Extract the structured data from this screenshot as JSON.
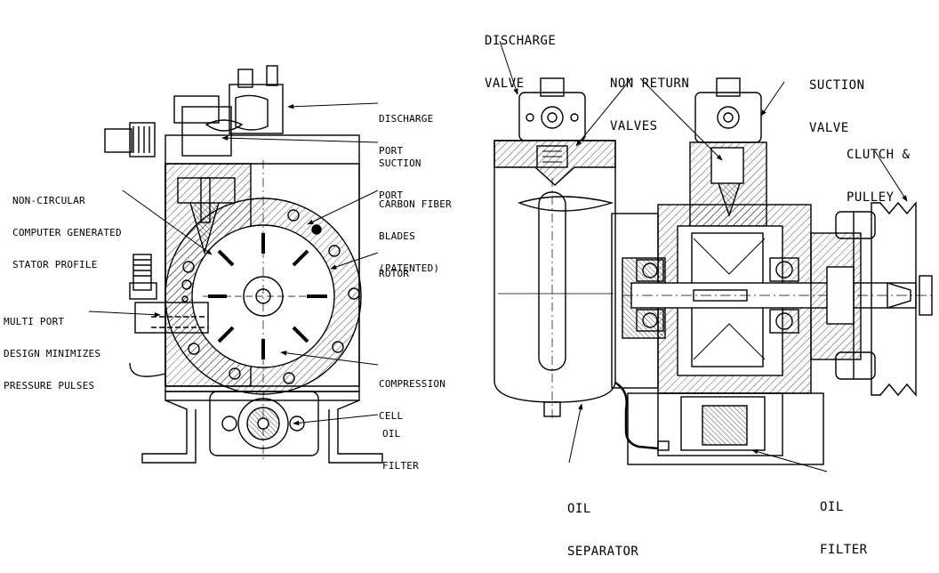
{
  "labels": {
    "discharge_port": [
      "DISCHARGE",
      "PORT"
    ],
    "suction_port": [
      "SUCTION",
      "PORT"
    ],
    "stator": [
      "NON-CIRCULAR",
      "COMPUTER GENERATED",
      "STATOR PROFILE"
    ],
    "blades": [
      "CARBON FIBER",
      "BLADES",
      "(PATENTED)"
    ],
    "rotor": [
      "ROTOR"
    ],
    "multi_port": [
      "MULTI PORT",
      "DESIGN MINIMIZES",
      "PRESSURE PULSES"
    ],
    "compression_cell": [
      "COMPRESSION",
      "CELL"
    ],
    "oil_filter_left": [
      "OIL",
      "FILTER"
    ],
    "discharge_valve": [
      "DISCHARGE",
      "VALVE"
    ],
    "non_return_valves": [
      "NON RETURN",
      "VALVES"
    ],
    "suction_valve": [
      "SUCTION",
      "VALVE"
    ],
    "clutch_pulley": [
      "CLUTCH &",
      "PULLEY"
    ],
    "oil_separator": [
      "OIL",
      "SEPARATOR"
    ],
    "oil_filter_right": [
      "OIL",
      "FILTER"
    ]
  }
}
